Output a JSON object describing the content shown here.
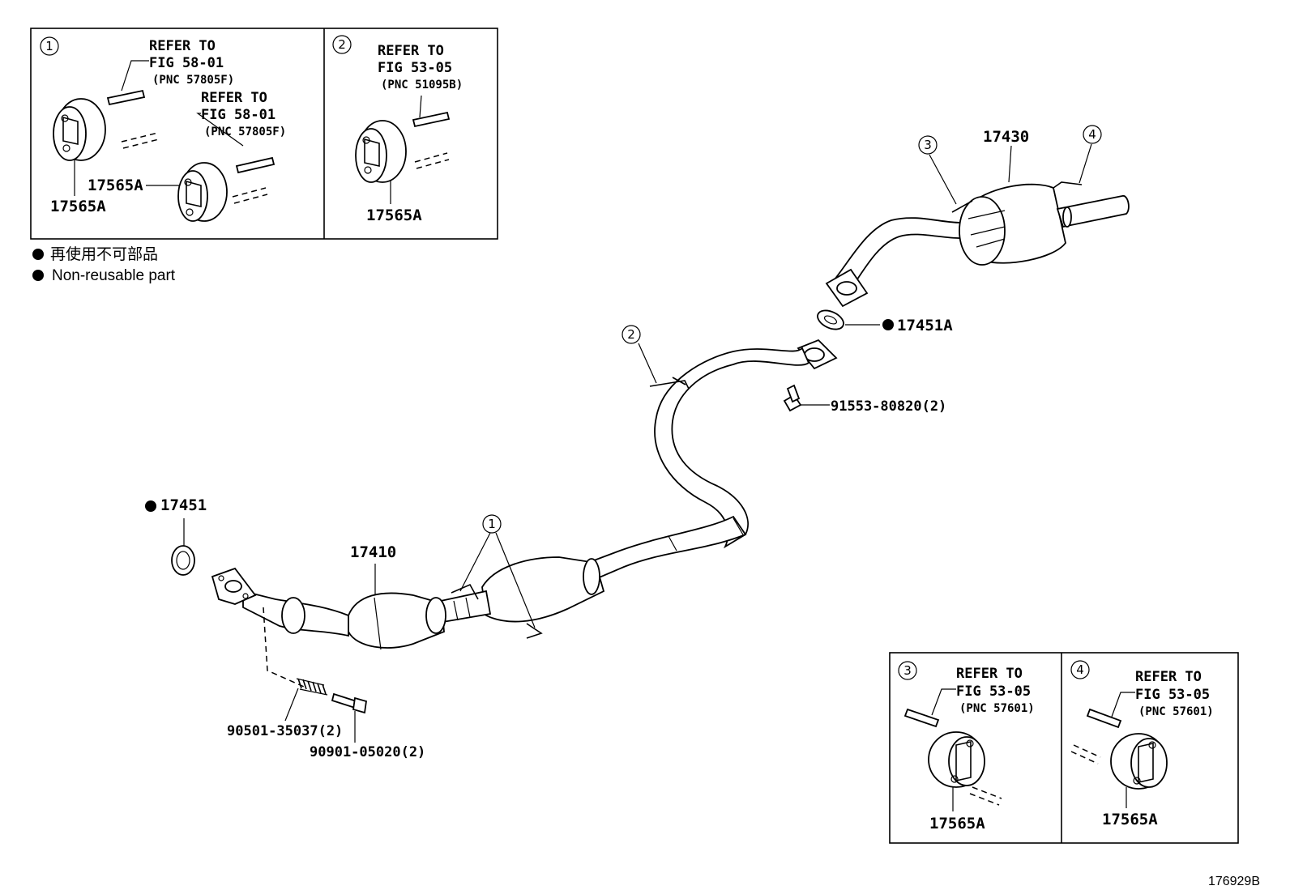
{
  "legend": {
    "jp_text": "再使用不可部品",
    "en_text": "Non-reusable part"
  },
  "illustration_id": "176929B",
  "insets": [
    {
      "circle": "1",
      "refs": [
        {
          "line1": "REFER TO",
          "line2": "FIG 58-01",
          "pnc": "(PNC 57805F)"
        },
        {
          "line1": "REFER TO",
          "line2": "FIG 58-01",
          "pnc": "(PNC 57805F)"
        }
      ],
      "parts": [
        "17565A",
        "17565A"
      ]
    },
    {
      "circle": "2",
      "refs": [
        {
          "line1": "REFER TO",
          "line2": "FIG 53-05",
          "pnc": "(PNC 51095B)"
        }
      ],
      "parts": [
        "17565A"
      ]
    },
    {
      "circle": "3",
      "refs": [
        {
          "line1": "REFER TO",
          "line2": "FIG 53-05",
          "pnc": "(PNC 57601)"
        }
      ],
      "parts": [
        "17565A"
      ]
    },
    {
      "circle": "4",
      "refs": [
        {
          "line1": "REFER TO",
          "line2": "FIG 53-05",
          "pnc": "(PNC 57601)"
        }
      ],
      "parts": [
        "17565A"
      ]
    }
  ],
  "parts": {
    "muffler": "17430",
    "gasket_a": "17451A",
    "bolt_a": "91553-80820(2)",
    "gasket": "17451",
    "front_pipe": "17410",
    "spring": "90501-35037(2)",
    "bolt": "90901-05020(2)"
  },
  "callouts": {
    "c1": "1",
    "c2": "2",
    "c3": "3",
    "c4": "4"
  }
}
